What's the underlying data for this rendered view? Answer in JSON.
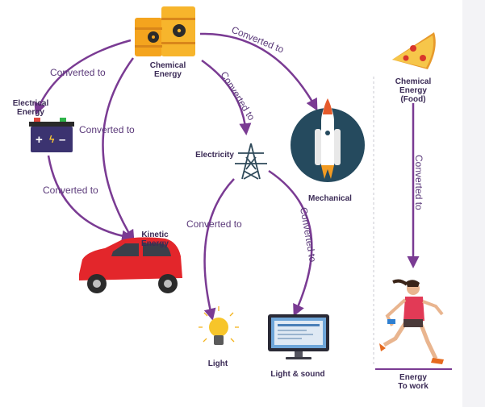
{
  "diagram": {
    "converted_label": "Converted to",
    "nodes": {
      "chemical_energy": "Chemical\nEnergy",
      "electrical_energy": "Electrical\nEnergy",
      "kinetic_energy": "Kinetic\nEnergy",
      "electricity": "Electricity",
      "mechanical": "Mechanical",
      "light": "Light",
      "light_sound": "Light & sound",
      "chemical_food": "Chemical\nEnergy\n(Food)",
      "energy_work": "Energy\nTo work"
    },
    "colors": {
      "arrow": "#7a3b93",
      "label": "#3a2a55",
      "barrel": "#f4a41e",
      "car": "#e3262b",
      "battery": "#3b3370"
    }
  }
}
